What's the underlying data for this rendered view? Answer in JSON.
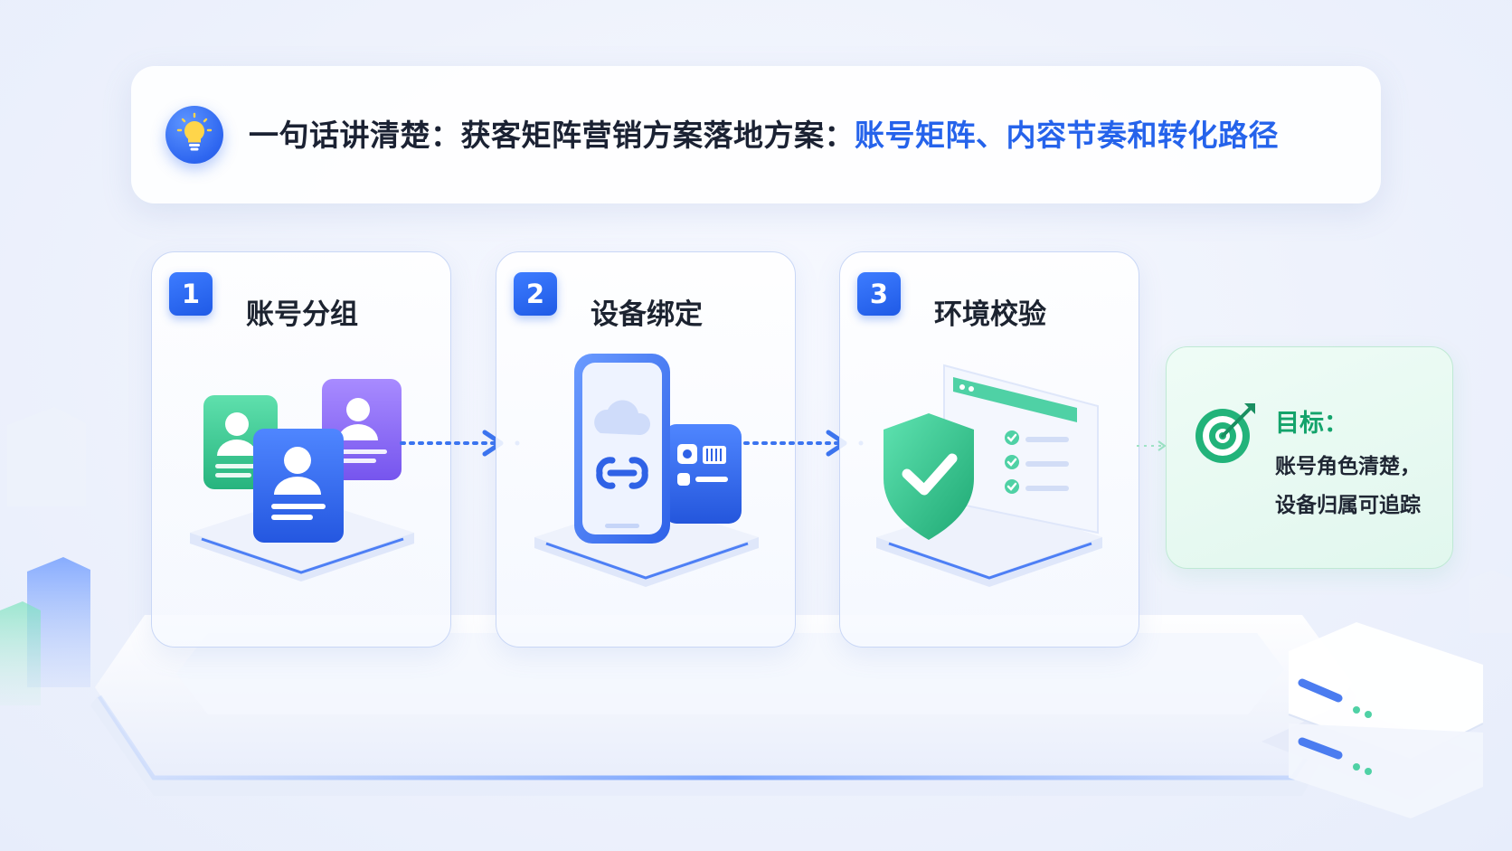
{
  "header": {
    "title_prefix": "一句话讲清楚：获客矩阵营销方案落地方案：",
    "title_highlight": "账号矩阵、内容节奏和转化路径",
    "icon": "lightbulb-icon"
  },
  "steps": [
    {
      "number": "1",
      "label": "账号分组",
      "icon": "account-cards-icon"
    },
    {
      "number": "2",
      "label": "设备绑定",
      "icon": "phone-link-icon"
    },
    {
      "number": "3",
      "label": "环境校验",
      "icon": "shield-check-icon"
    }
  ],
  "goal": {
    "label": "目标：",
    "lines": [
      "账号角色清楚，",
      "设备归属可追踪"
    ],
    "icon": "target-icon"
  },
  "colors": {
    "accent_blue": "#2563eb",
    "goal_green": "#13a36b",
    "text_dark": "#1c2330"
  }
}
